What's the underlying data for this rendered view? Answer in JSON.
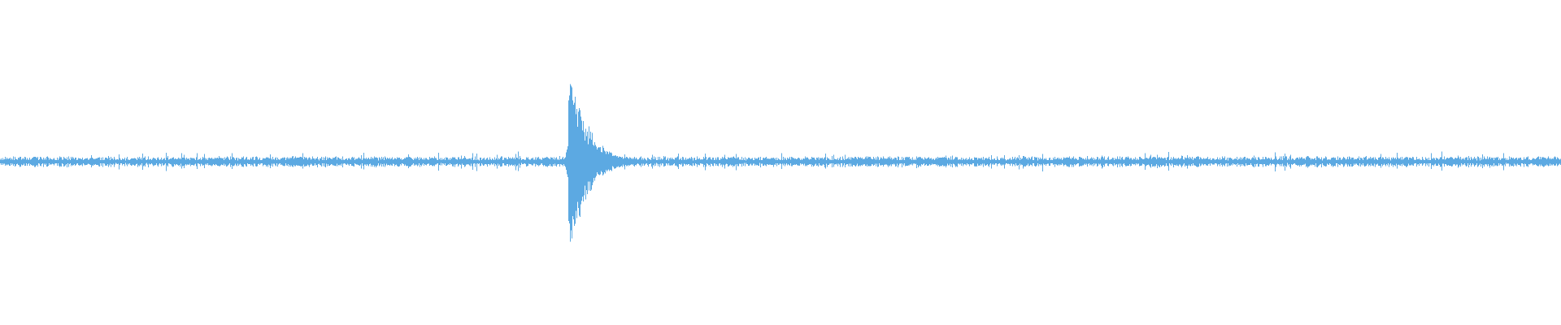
{
  "waveform": {
    "color": "#5ca9e2",
    "background": "#ffffff",
    "noise_floor_amplitude": 0.05,
    "transient": {
      "position_fraction": 0.364,
      "peak_amplitude": 0.97,
      "decay": "exponential"
    }
  }
}
